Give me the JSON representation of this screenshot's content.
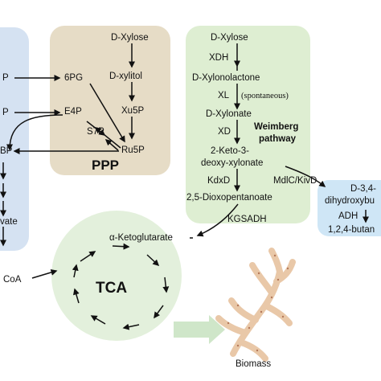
{
  "ppp": {
    "title": "PPP",
    "nodes": {
      "d_xylose": "D-Xylose",
      "d_xylitol": "D-xylitol",
      "xu5p": "Xu5P",
      "ru5p": "Ru5P",
      "s7p": "S7P",
      "e4p": "E4P",
      "pg6": "6PG"
    }
  },
  "glycolysis": {
    "partial": [
      "P",
      "P",
      "BP",
      "vate",
      "CoA"
    ]
  },
  "weimberg": {
    "title_line1": "Weimberg",
    "title_line2": "pathway",
    "nodes": {
      "d_xylose": "D-Xylose",
      "d_xylonolactone": "D-Xylonolactone",
      "d_xylonate": "D-Xylonate",
      "keto_line1": "2-Keto-3-",
      "keto_line2": "deoxy-xylonate",
      "dioxo": "2,5-Dioxopentanoate"
    },
    "enzymes": {
      "xdh": "XDH",
      "xl": "XL",
      "spontaneous": "(spontaneous)",
      "xd": "XD",
      "kdxd": "KdxD",
      "mdlc": "MdlC/KivD",
      "kgsadh": "KGSADH"
    }
  },
  "branch": {
    "line1": "D-3,4-",
    "line2": "dihydroxybu",
    "enzyme": "ADH",
    "product": "1,2,4-butan"
  },
  "tca": {
    "title": "TCA",
    "akg": "α-Ketoglutarate"
  },
  "biomass": {
    "label": "Biomass"
  },
  "colors": {
    "ppp_box": "#e6dcc6",
    "weimberg_box": "#deeed2",
    "glycolysis_box": "#d5e2f2",
    "branch_box": "#cfe6f6",
    "tca_circle": "#e3f0dc",
    "biomass": "#e9c8a8"
  }
}
